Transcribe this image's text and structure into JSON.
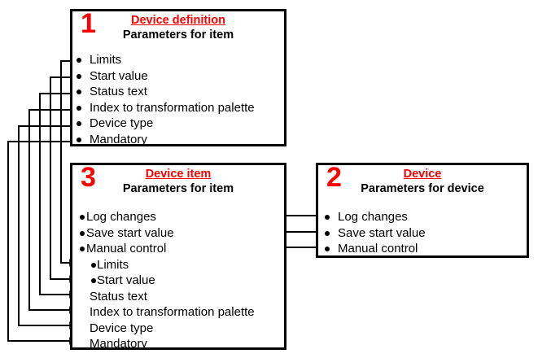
{
  "diagram": {
    "title_color": "#ff0000",
    "line_color": "#000000",
    "background": "#ffffff"
  },
  "boxes": {
    "device_definition": {
      "number": "1",
      "title": "Device definition",
      "subtitle": "Parameters for item",
      "items": [
        "Limits",
        "Start value",
        "Status text",
        "Index to transformation palette",
        "Device type",
        "Mandatory"
      ]
    },
    "device_item": {
      "number": "3",
      "title": "Device item",
      "subtitle": "Parameters for item",
      "items_from_device": [
        "Log changes",
        "Save start value",
        "Manual control"
      ],
      "items_from_definition": [
        "Limits",
        "Start value",
        "Status text",
        "Index to transformation palette",
        "Device type",
        "Mandatory"
      ]
    },
    "device": {
      "number": "2",
      "title": "Device",
      "subtitle": "Parameters for device",
      "items": [
        "Log changes",
        "Save start value",
        "Manual control"
      ]
    }
  }
}
